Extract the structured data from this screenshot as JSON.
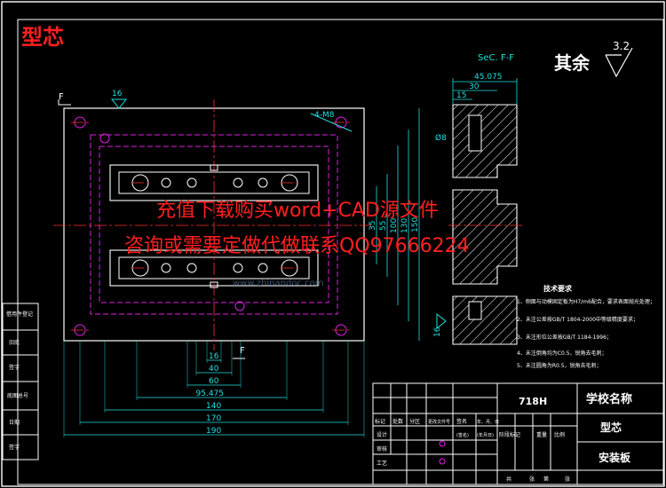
{
  "title": "型芯",
  "section_label": "SeC. F-F",
  "surface_note": {
    "text": "其余",
    "roughness": "3.2"
  },
  "section_marks": {
    "left": "F",
    "right": "F"
  },
  "roughness_marks": {
    "top": "16",
    "side": "16"
  },
  "hole_note": "4-M8",
  "dia_label": "Ø8",
  "watermark": {
    "line1": "充值下载购买word+CAD源文件",
    "line2": "咨询或需要定做代做联系QQ97666224",
    "site": "www.zhinandoc.com"
  },
  "bottom_dims": [
    "16",
    "40",
    "60",
    "95.475",
    "140",
    "170",
    "190"
  ],
  "right_dims": [
    "35",
    "55",
    "100",
    "130",
    "150"
  ],
  "section_dims": [
    "45.075",
    "30",
    "15"
  ],
  "tech_requirements": {
    "title": "技术要求",
    "items": [
      "1、侧面与动模固定板为H7/m6配合，要求表面抛光处理；",
      "2、未注公差按GB/T 1804-2000中等级精度要求；",
      "3、未注形位公差按GB/T 1184-1996；",
      "4、未注倒角均为C0.5，锐角去毛刺；",
      "5、未注圆角为R0.5，锐角去毛刺；"
    ]
  },
  "left_strip": [
    "借用件登记",
    "旧底",
    "签字",
    "底图总号",
    "日期",
    "签字"
  ],
  "title_block": {
    "material": "718H",
    "school": "学校名称",
    "part_name": "型芯",
    "drawing_name": "安装板",
    "row_labels": [
      "标记",
      "处数",
      "分区",
      "更改文件号",
      "签名",
      "年、月、日"
    ],
    "role_labels": [
      "设计",
      "审核",
      "工艺"
    ],
    "stage_labels": [
      "阶段标记",
      "重量",
      "比例"
    ],
    "sheet_labels": [
      "共",
      "张",
      "第",
      "张"
    ],
    "sign_marks": [
      "(签名)",
      "(年月日)"
    ]
  },
  "colors": {
    "frame": "#ffffff",
    "outline": "#ffffff",
    "center": "#ff3030",
    "dim": "#20e0e0",
    "hidden": "#e020e0",
    "title": "#ff2020",
    "watermark": "#ff2020"
  }
}
